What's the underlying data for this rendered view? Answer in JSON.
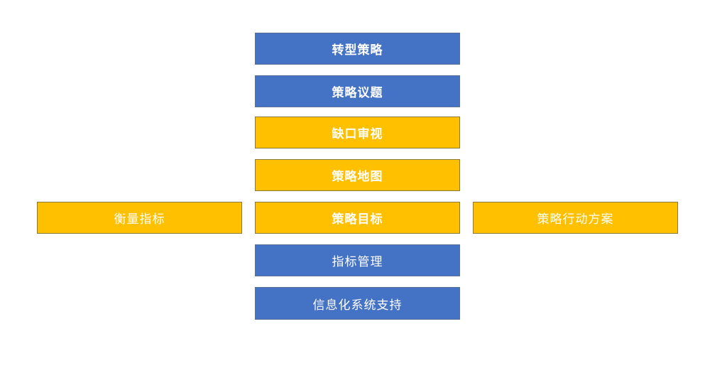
{
  "diagram": {
    "center_column": [
      {
        "label": "转型策略",
        "color": "blue"
      },
      {
        "label": "策略议题",
        "color": "blue"
      },
      {
        "label": "缺口审视",
        "color": "yellow"
      },
      {
        "label": "策略地图",
        "color": "yellow"
      },
      {
        "label": "策略目标",
        "color": "yellow"
      },
      {
        "label": "指标管理",
        "color": "blue"
      },
      {
        "label": "信息化系统支持",
        "color": "blue"
      }
    ],
    "left_box": {
      "label": "衡量指标",
      "color": "yellow"
    },
    "right_box": {
      "label": "策略行动方案",
      "color": "yellow"
    }
  },
  "colors": {
    "blue": "#4472c4",
    "yellow": "#ffc000",
    "text": "#ffffff"
  }
}
